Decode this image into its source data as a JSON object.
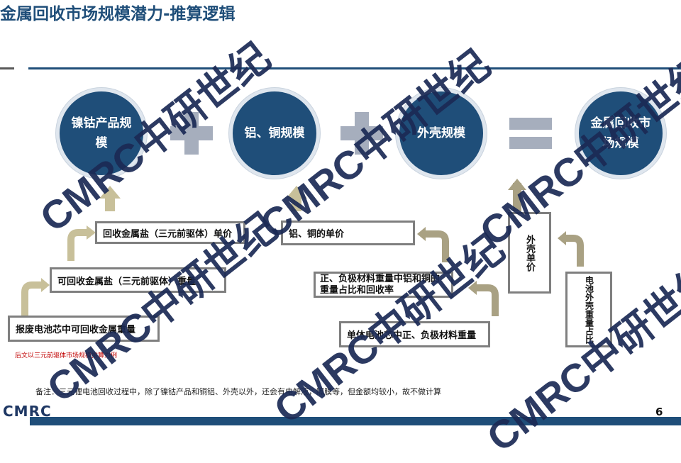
{
  "title": "金属回收市场规模潜力-推算逻辑",
  "circles": [
    "镍钴产品规模",
    "铝、铜规模",
    "外壳规模",
    "金属回收市场规模"
  ],
  "operators": {
    "plus": "+",
    "equals": "="
  },
  "left_chain": [
    "回收金属盐（三元前驱体）单价",
    "可回收金属盐（三元前驱体）重量",
    "报废电池芯中可回收金属重量"
  ],
  "left_note": "后文以三元前驱体市场规模推算为例",
  "middle_chain": [
    "铝、铜的单价",
    "正、负极材料重量中铝和铜的重量占比和回收率",
    "单体电池芯中正、负极材料重量"
  ],
  "right_chain": [
    "外壳单价",
    "电池外壳重量占比"
  ],
  "footnote": "备注：三元锂电池回收过程中，除了镍钴产品和铜铝、外壳以外，还会有电解液，隔膜等，但金额均较小，故不做计算",
  "logo": "CMRC",
  "watermark": "CMRC中研世纪",
  "page_number": "6",
  "colors": {
    "primary": "#1f4e79",
    "arrow": "#c8c09a",
    "operator": "#a6aebd",
    "note": "#c00000"
  }
}
